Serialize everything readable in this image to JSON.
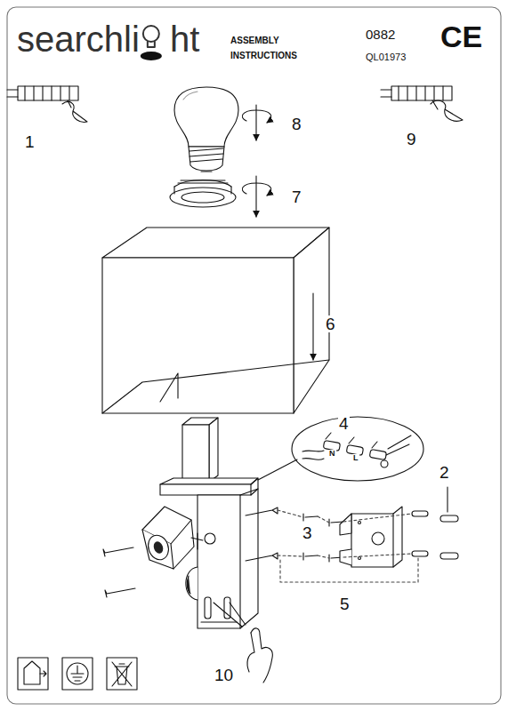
{
  "diagram": {
    "title": "ASSEMBLY INSTRUCTIONS",
    "labels": [
      "searchli",
      "ht",
      "0882",
      "QL01973",
      "CE",
      "1",
      "9",
      "8",
      "7",
      "6",
      "4",
      "N",
      "L",
      "2",
      "3",
      "5",
      "10"
    ]
  }
}
